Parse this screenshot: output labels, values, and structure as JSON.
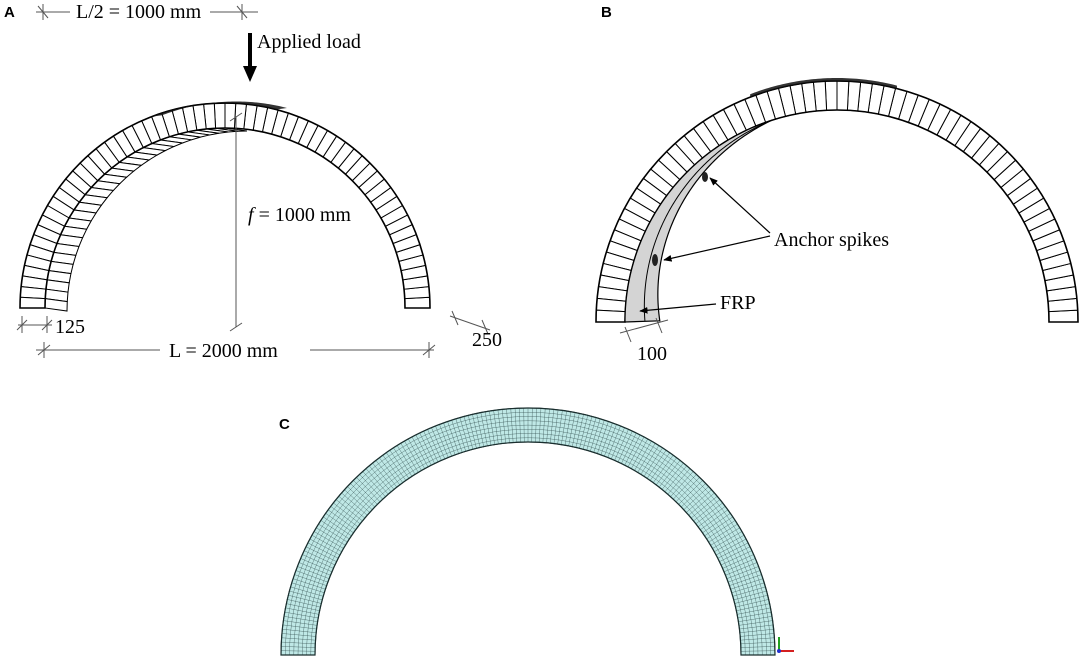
{
  "panels": {
    "a": {
      "label": "A",
      "half_span": "L/2 = 1000 mm",
      "load": "Applied load",
      "rise_symbol": "f",
      "rise_value": " = 1000 mm",
      "ring_thickness": "125",
      "width": "250",
      "span": "L = 2000 mm"
    },
    "b": {
      "label": "B",
      "anchor": "Anchor spikes",
      "frp": "FRP",
      "frp_width": "100"
    },
    "c": {
      "label": "C"
    }
  },
  "colors": {
    "mesh_fill": "#bfe8e6",
    "mesh_line": "#2e4a4a",
    "frp_fill": "#d4d4d4",
    "axis_x": "#d42020",
    "axis_y": "#22a022",
    "axis_z": "#2030d0"
  }
}
